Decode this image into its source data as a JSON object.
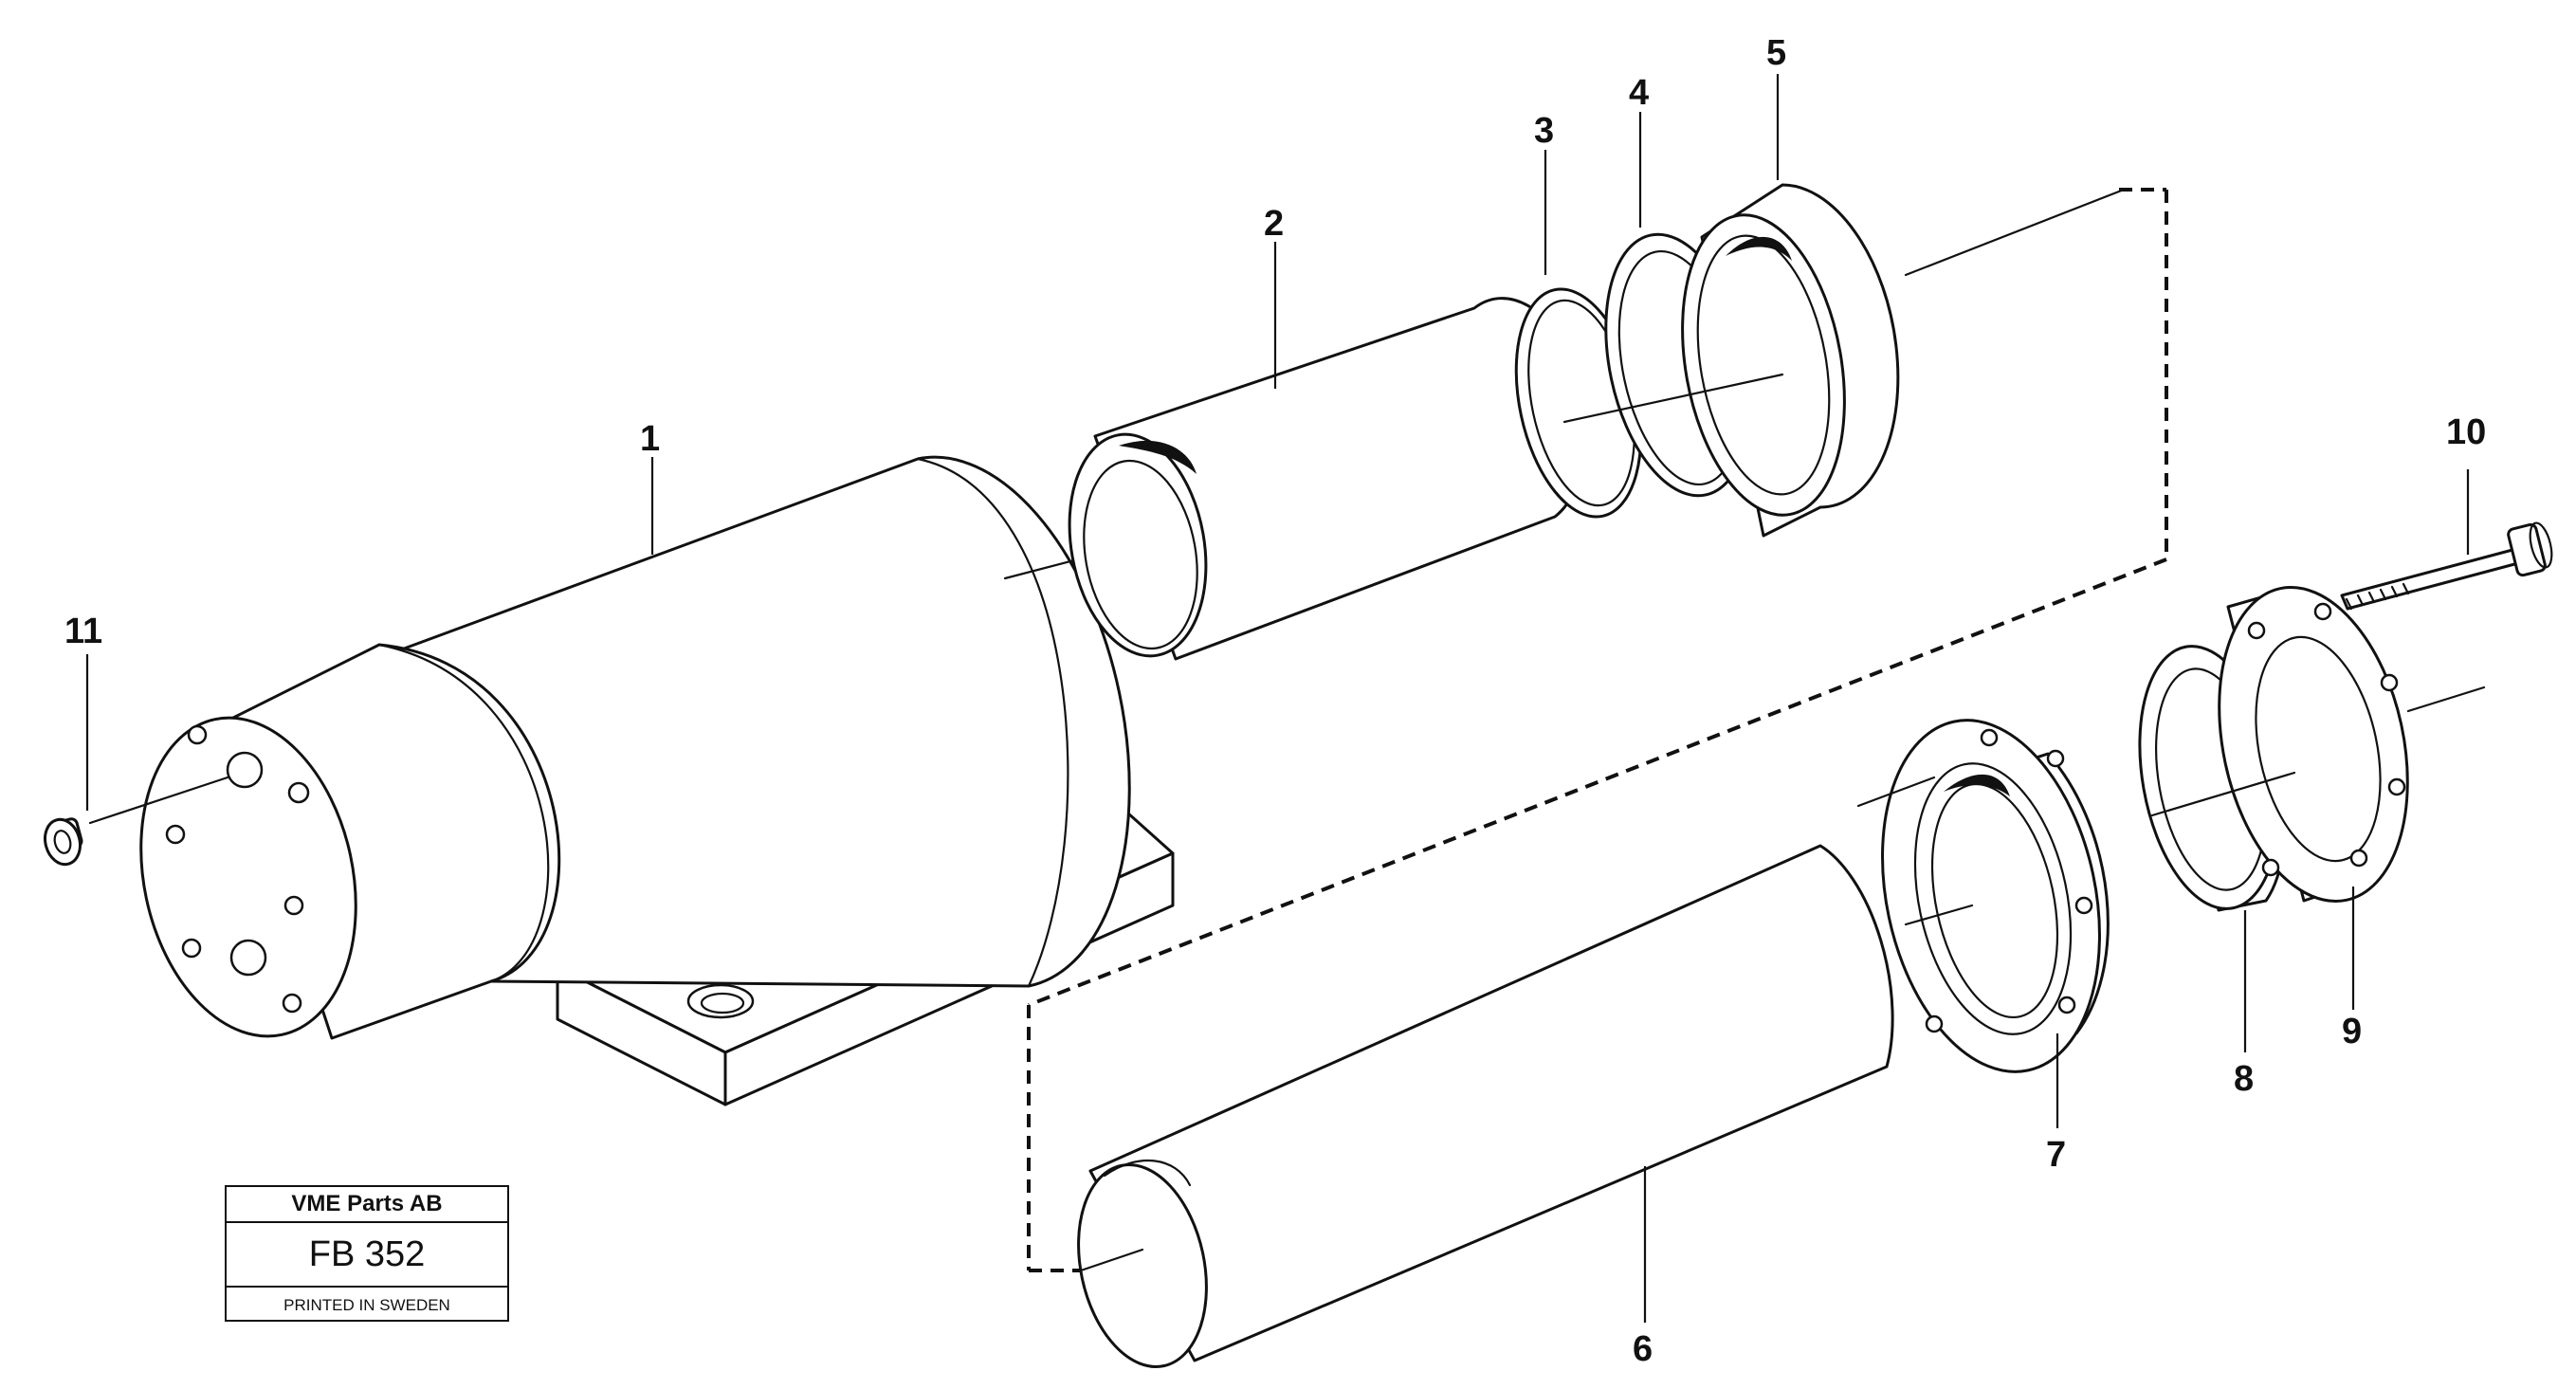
{
  "callouts": [
    {
      "id": "1",
      "label": "1"
    },
    {
      "id": "2",
      "label": "2"
    },
    {
      "id": "3",
      "label": "3"
    },
    {
      "id": "4",
      "label": "4"
    },
    {
      "id": "5",
      "label": "5"
    },
    {
      "id": "6",
      "label": "6"
    },
    {
      "id": "7",
      "label": "7"
    },
    {
      "id": "8",
      "label": "8"
    },
    {
      "id": "9",
      "label": "9"
    },
    {
      "id": "10",
      "label": "10"
    },
    {
      "id": "11",
      "label": "11"
    }
  ],
  "stamp": {
    "company": "VME Parts AB",
    "code": "FB 352",
    "printed": "PRINTED IN SWEDEN"
  }
}
